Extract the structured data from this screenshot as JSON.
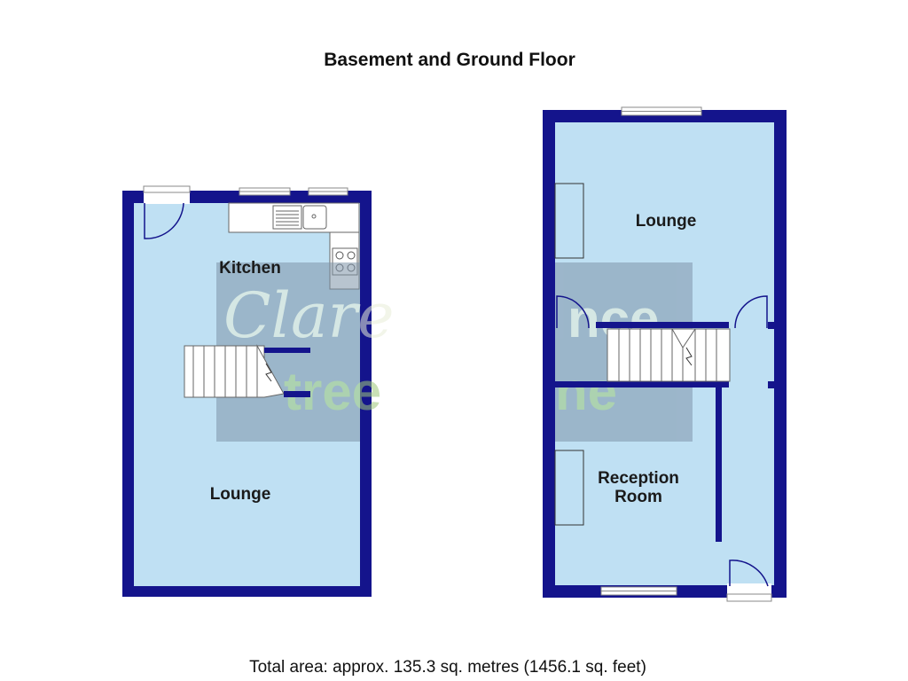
{
  "title": "Basement and Ground Floor",
  "total_area": "Total area: approx. 135.3 sq. metres (1456.1 sq. feet)",
  "colors": {
    "wall": "#14148c",
    "floor": "#bfe0f3",
    "fixture": "#ffffff",
    "watermark": "#7f94a9"
  },
  "watermark": {
    "script": "Clare",
    "word1": "lare",
    "word2": "tree",
    "word3": "nce",
    "word4": "ne"
  },
  "basement": {
    "rooms": [
      {
        "id": "kitchen",
        "label": "Kitchen"
      },
      {
        "id": "lounge",
        "label": "Lounge"
      }
    ]
  },
  "ground_floor": {
    "rooms": [
      {
        "id": "lounge",
        "label": "Lounge"
      },
      {
        "id": "reception",
        "label_line1": "Reception",
        "label_line2": "Room"
      }
    ]
  }
}
